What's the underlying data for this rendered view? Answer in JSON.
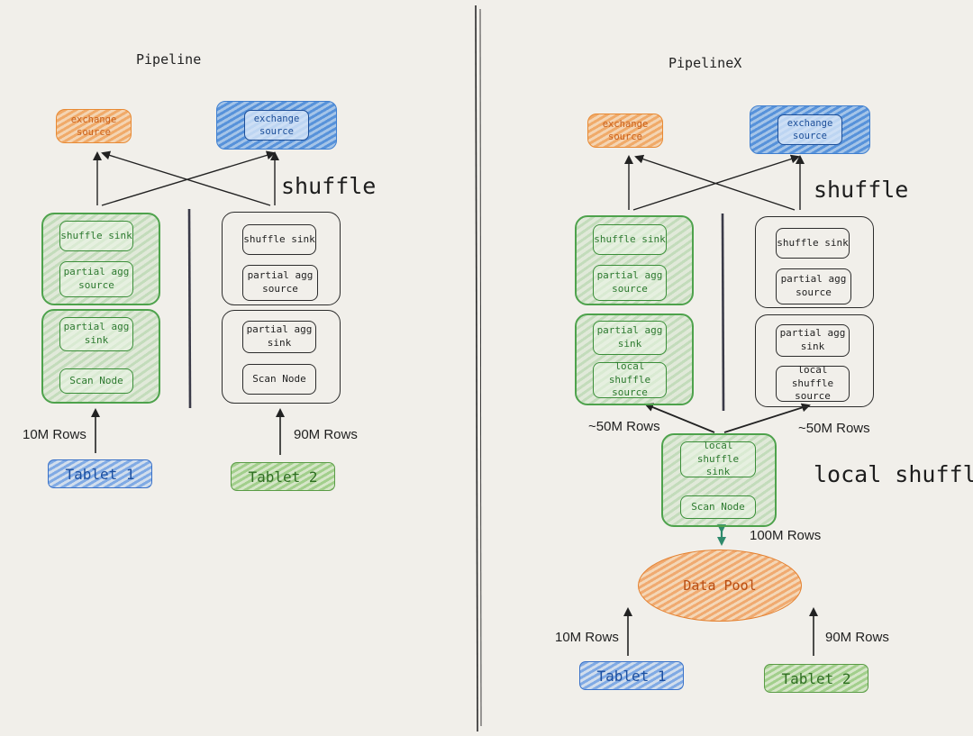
{
  "left": {
    "title": "Pipeline",
    "exchange_orange": "exchange\nsource",
    "exchange_blue": "exchange\nsource",
    "shuffle": "shuffle",
    "col1": {
      "shuffle_sink": "shuffle sink",
      "partial_agg_source": "partial agg\nsource",
      "partial_agg_sink": "partial agg\nsink",
      "scan_node": "Scan Node"
    },
    "col2": {
      "shuffle_sink": "shuffle sink",
      "partial_agg_source": "partial agg\nsource",
      "partial_agg_sink": "partial agg\nsink",
      "scan_node": "Scan Node"
    },
    "rows1": "10M Rows",
    "rows2": "90M Rows",
    "tablet1": "Tablet 1",
    "tablet2": "Tablet 2"
  },
  "right": {
    "title": "PipelineX",
    "exchange_orange": "exchange\nsource",
    "exchange_blue": "exchange\nsource",
    "shuffle": "shuffle",
    "col1": {
      "shuffle_sink": "shuffle sink",
      "partial_agg_source": "partial agg\nsource",
      "partial_agg_sink": "partial agg\nsink",
      "local_shuffle_source": "local shuffle\nsource"
    },
    "col2": {
      "shuffle_sink": "shuffle sink",
      "partial_agg_source": "partial agg\nsource",
      "partial_agg_sink": "partial agg\nsink",
      "local_shuffle_source": "local shuffle\nsource"
    },
    "rows_left": "~50M Rows",
    "rows_right": "~50M Rows",
    "local_shuffle_sink": "local shuffle\nsink",
    "scan_node": "Scan Node",
    "local_shuffle": "local shuffle",
    "rows_total": "100M Rows",
    "data_pool": "Data Pool",
    "rows1": "10M Rows",
    "rows2": "90M Rows",
    "tablet1": "Tablet 1",
    "tablet2": "Tablet 2"
  }
}
